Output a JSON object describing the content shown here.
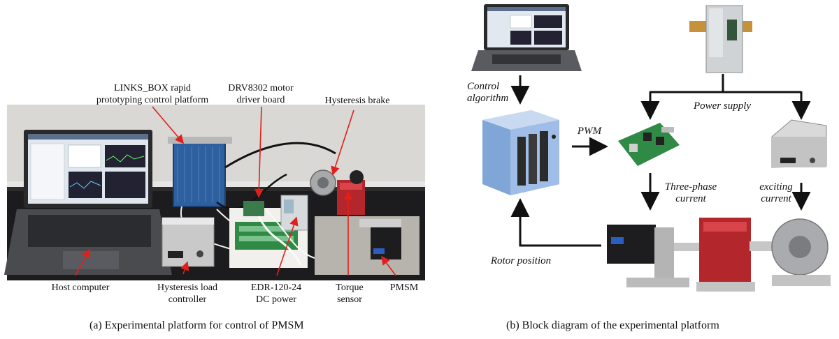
{
  "left_panel": {
    "labels": {
      "links_box_1": "LINKS_BOX rapid",
      "links_box_2": "prototyping control platform",
      "drv_1": "DRV8302 motor",
      "drv_2": "driver board",
      "brake": "Hysteresis brake",
      "host": "Host computer",
      "hlc_1": "Hysteresis load",
      "hlc_2": "controller",
      "edr_1": "EDR-120-24",
      "edr_2": "DC power",
      "torque_1": "Torque",
      "torque_2": "sensor",
      "pmsm": "PMSM"
    },
    "caption": "(a)  Experimental platform for control of PMSM"
  },
  "right_panel": {
    "labels": {
      "control_1": "Control",
      "control_2": "algorithm",
      "pwm": "PWM",
      "power": "Power supply",
      "three_1": "Three-phase",
      "three_2": "current",
      "exc_1": "exciting",
      "exc_2": "current",
      "rotor": "Rotor position"
    },
    "caption": "(b)  Block diagram of the experimental platform"
  },
  "colors": {
    "annotation_arrow": "#e0201c",
    "flow_arrow": "#111111"
  }
}
